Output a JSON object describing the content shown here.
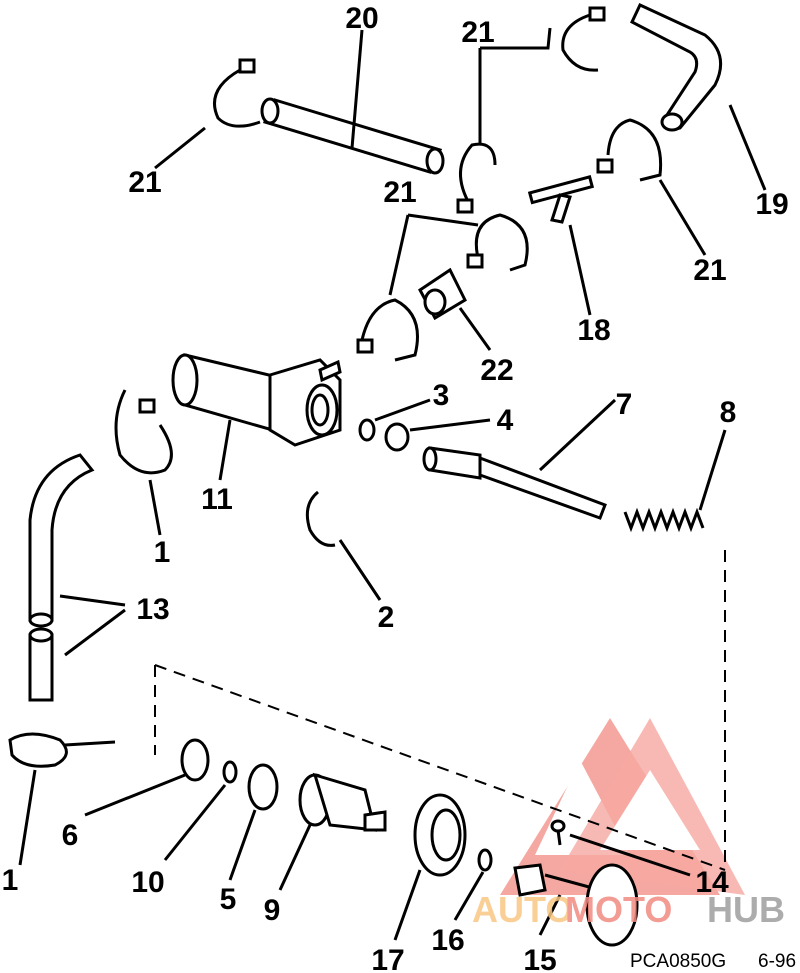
{
  "diagram": {
    "callouts": {
      "c20": "20",
      "c21a": "21",
      "c21b": "21",
      "c19": "19",
      "c21c": "21",
      "c21d": "21",
      "c18": "18",
      "c22": "22",
      "c3": "3",
      "c4": "4",
      "c7": "7",
      "c8": "8",
      "c11": "11",
      "c1a": "1",
      "c13": "13",
      "c2": "2",
      "c6": "6",
      "c10": "10",
      "c5": "5",
      "c9": "9",
      "c1b": "1",
      "c17": "17",
      "c16": "16",
      "c15": "15",
      "c14": "14"
    },
    "figure_code": "PCA0850G",
    "date_code": "6-96"
  },
  "watermark": {
    "part1": "AUTO",
    "part2": "MOTO",
    "part3": "HUB",
    "colors": {
      "triangle": "#f28b82",
      "auto": "#f9c784",
      "moto": "#f28b82",
      "hub": "#9e9e9e"
    }
  }
}
